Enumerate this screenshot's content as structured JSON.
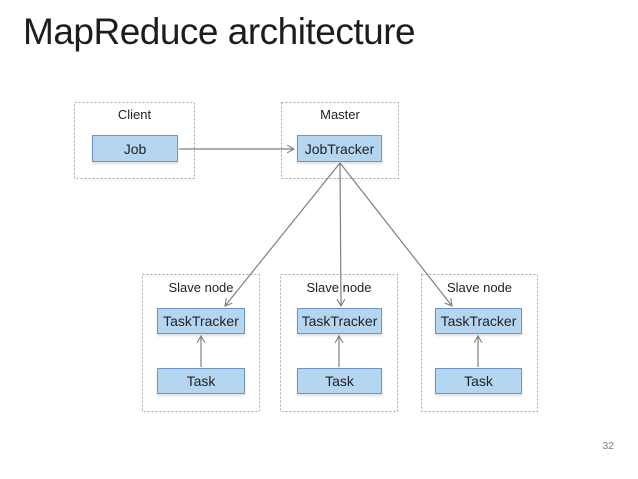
{
  "slide": {
    "title": "MapReduce architecture",
    "page_number": "32"
  },
  "client": {
    "label": "Client",
    "job": "Job"
  },
  "master": {
    "label": "Master",
    "jobtracker": "JobTracker"
  },
  "slaves": [
    {
      "label": "Slave node",
      "tasktracker": "TaskTracker",
      "task": "Task"
    },
    {
      "label": "Slave node",
      "tasktracker": "TaskTracker",
      "task": "Task"
    },
    {
      "label": "Slave node",
      "tasktracker": "TaskTracker",
      "task": "Task"
    }
  ],
  "edges": [
    {
      "from": "Job",
      "to": "JobTracker"
    },
    {
      "from": "JobTracker",
      "to": "TaskTracker (slave node 1)"
    },
    {
      "from": "JobTracker",
      "to": "TaskTracker (slave node 2)"
    },
    {
      "from": "JobTracker",
      "to": "TaskTracker (slave node 3)"
    },
    {
      "from": "Task (slave node 1)",
      "to": "TaskTracker (slave node 1)"
    },
    {
      "from": "Task (slave node 2)",
      "to": "TaskTracker (slave node 2)"
    },
    {
      "from": "Task (slave node 3)",
      "to": "TaskTracker (slave node 3)"
    }
  ],
  "colors": {
    "background": "#ffffff",
    "title_text": "#1d1d1d",
    "label_text": "#222222",
    "node_fill": "#b4d6f1",
    "node_border": "#6e96c3",
    "group_border": "#a9a9a9",
    "arrow": "#7f7f7f",
    "page_number_text": "#7a7a7a"
  }
}
